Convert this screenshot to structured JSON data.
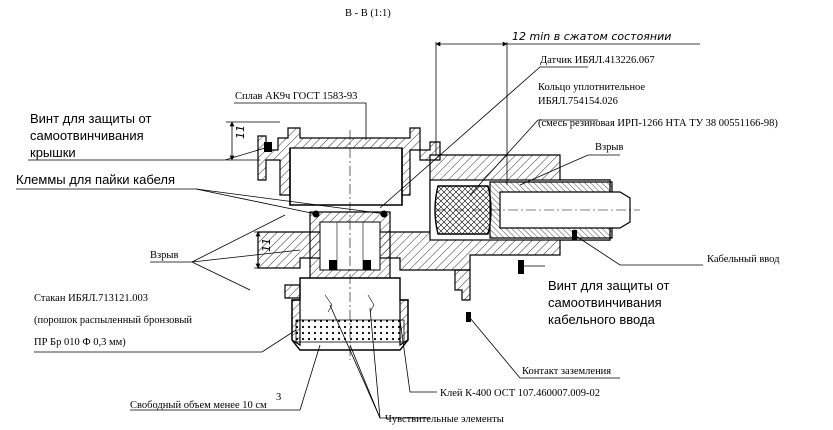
{
  "section_title": "В - В (1:1)",
  "dimensions": {
    "top_dim": "12 min в сжатом состоянии",
    "dim_left_top": "11",
    "dim_left_bottom": "11"
  },
  "labels": {
    "alloy": "Сплав АК9ч ГОСТ 1583-93",
    "sensor": "Датчик ИБЯЛ.413226.067",
    "ring_1": "Кольцо уплотнительное",
    "ring_2": "ИБЯЛ.754154.026",
    "ring_3": "(смесь резиновая ИРП-1266 НТА ТУ 38 00551166-98)",
    "explosion_right": "Взрыв",
    "screw_cover_1": "Винт для защиты от",
    "screw_cover_2": "самоотвинчивания",
    "screw_cover_3": "крышки",
    "terminals": "Клеммы для пайки кабеля",
    "explosion_left": "Взрыв",
    "cable_entry": "Кабельный ввод",
    "screw_cable_1": "Винт для защиты от",
    "screw_cable_2": "самоотвинчивания",
    "screw_cable_3": "кабельного ввода",
    "cup_1": "Стакан ИБЯЛ.713121.003",
    "cup_2": "(порошок распыленный бронзовый",
    "cup_3": "ПР Бр 010 Ф 0,3 мм)",
    "ground": "Контакт заземления",
    "glue": "Клей К-400 ОСТ 107.460007.009-02",
    "free_volume": "Свободный объем менее 10 см",
    "free_volume_sup": "3",
    "sensing": "Чувствительные элементы"
  }
}
